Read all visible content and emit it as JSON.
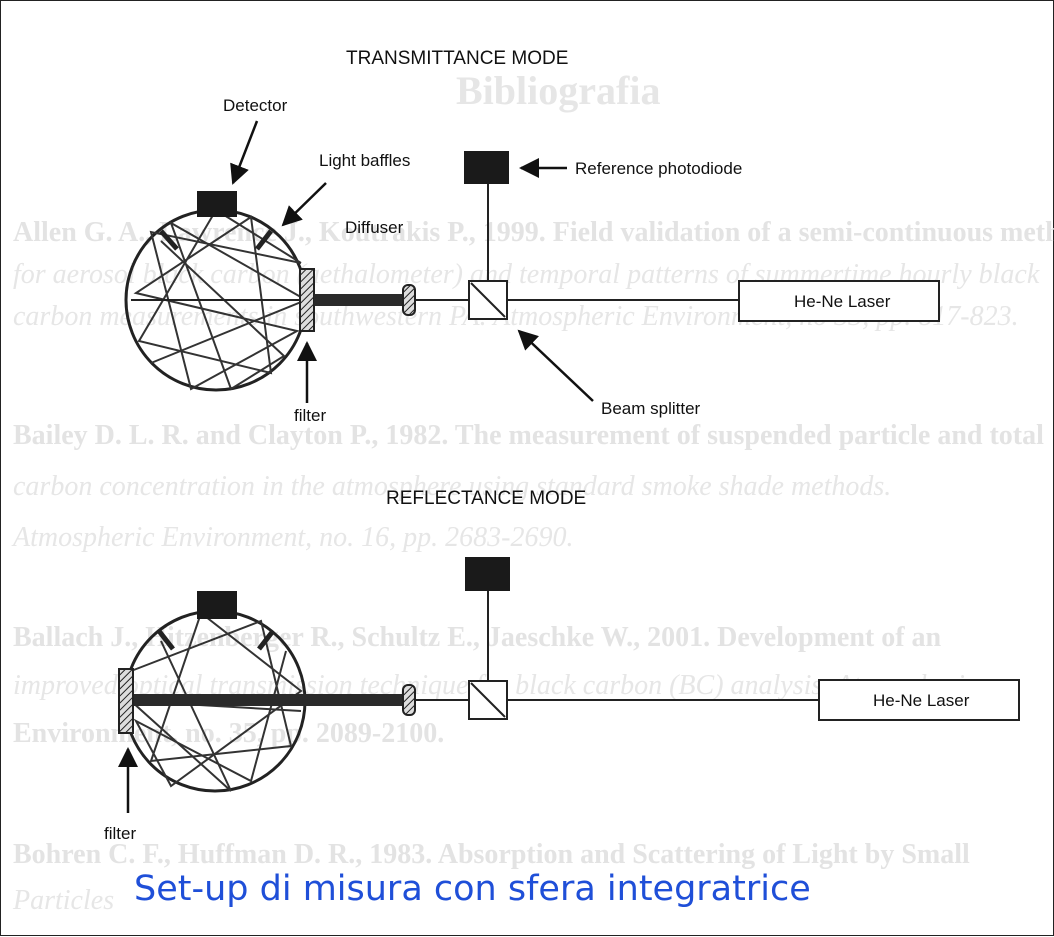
{
  "background_text": {
    "heading": "Bibliografia",
    "lines": [
      "Allen G. A., Lawrence J., Koutrakis P., 1999. Field validation of a semi-continuous method",
      "for aerosol black carbon (aethalometer) and temporal patterns of summertime hourly black",
      "carbon measurements in southwestern PA. Atmospheric Environment, no 33, pp. 817-823.",
      "Bailey D. L. R. and Clayton P., 1982. The measurement of suspended particle and total",
      "carbon concentration in the atmosphere using standard smoke shade methods.",
      "Atmospheric Environment, no. 16, pp. 2683-2690.",
      "Ballach J., Hitzenberger R., Schultz E., Jaeschke W., 2001. Development of an",
      "improved optical transmission technique for black carbon (BC) analysis. Atmospheric",
      "Environment, no. 35, pp. 2089-2100.",
      "Bohren C. F., Huffman D. R., 1983. Absorption and Scattering of Light by Small",
      "Particles"
    ]
  },
  "diagram": {
    "transmittance_title": "TRANSMITTANCE MODE",
    "reflectance_title": "REFLECTANCE MODE",
    "labels": {
      "detector": "Detector",
      "light_baffles": "Light baffles",
      "diffuser": "Diffuser",
      "reference_photodiode": "Reference photodiode",
      "he_ne_laser_top": "He-Ne Laser",
      "he_ne_laser_bottom": "He-Ne Laser",
      "beam_splitter": "Beam splitter",
      "filter_top": "filter",
      "filter_bottom": "filter"
    }
  },
  "caption": "Set-up di misura con sfera integratrice"
}
